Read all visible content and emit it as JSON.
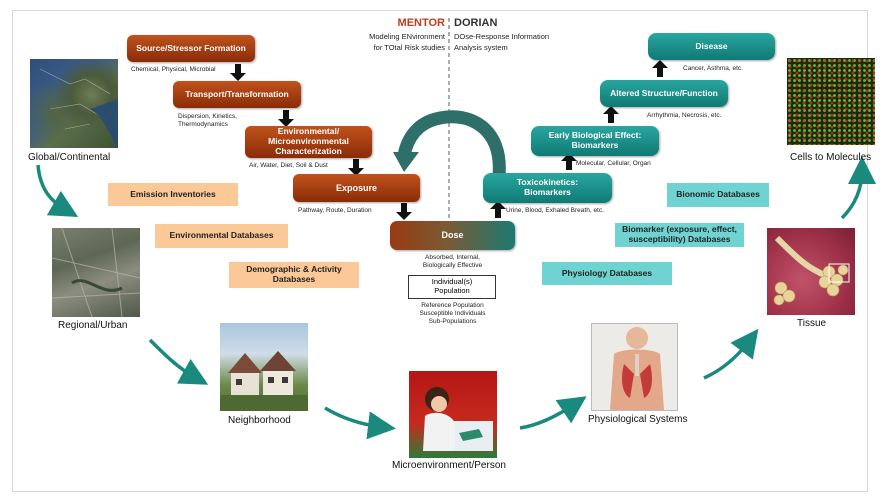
{
  "header": {
    "mentor_title": "MENTOR",
    "mentor_sub1": "Modeling ENvironment",
    "mentor_sub2": "for TOtal Risk studies",
    "dorian_title": "DORIAN",
    "dorian_sub1": "DOse-Response Information",
    "dorian_sub2": "Analysis system"
  },
  "left_flow": {
    "source": "Source/Stressor Formation",
    "source_note": "Chemical, Physical, Microbial",
    "transport": "Transport/Transformation",
    "transport_note1": "Dispersion, Kinetics,",
    "transport_note2": "Thermodynamics",
    "env1": "Environmental/",
    "env2": "Microenvironmental",
    "env3": "Characterization",
    "env_note": "Air, Water, Diet, Soil & Dust",
    "exposure": "Exposure",
    "exposure_note": "Pathway, Route, Duration"
  },
  "center": {
    "dose": "Dose",
    "dose_note1": "Absorbed, Internal,",
    "dose_note2": "Biologically Effective",
    "individual1": "Individual(s)",
    "individual2": "Population",
    "pop_note1": "Reference Population",
    "pop_note2": "Susceptible Individuals",
    "pop_note3": "Sub-Populations"
  },
  "right_flow": {
    "disease": "Disease",
    "disease_note": "Cancer, Asthma, etc.",
    "altered": "Altered Structure/Function",
    "altered_note": "Arrhythmia, Necrosis, etc.",
    "early1": "Early Biological Effect:",
    "early2": "Biomarkers",
    "early_note": "Molecular, Cellular, Organ",
    "tox1": "Toxicokinetics:",
    "tox2": "Biomarkers",
    "tox_note": "Urine, Blood, Exhaled Breath, etc."
  },
  "databases": {
    "emission": "Emission Inventories",
    "environmental": "Environmental Databases",
    "demographic1": "Demographic & Activity",
    "demographic2": "Databases",
    "bionomic": "Bionomic Databases",
    "biomarker1": "Biomarker (exposure, effect,",
    "biomarker2": "susceptibility) Databases",
    "physiology": "Physiology Databases"
  },
  "scales": {
    "global": "Global/Continental",
    "regional": "Regional/Urban",
    "neighborhood": "Neighborhood",
    "micro": "Microenvironment/Person",
    "physio": "Physiological Systems",
    "tissue": "Tissue",
    "cells": "Cells to Molecules"
  },
  "colors": {
    "brown_box": "#a33d10",
    "teal_box": "#1a8f89",
    "orange_db": "#fbc897",
    "teal_db": "#6fd3d1",
    "scale_arrow": "#1a8a7e",
    "mentor_red": "#b8401a"
  }
}
